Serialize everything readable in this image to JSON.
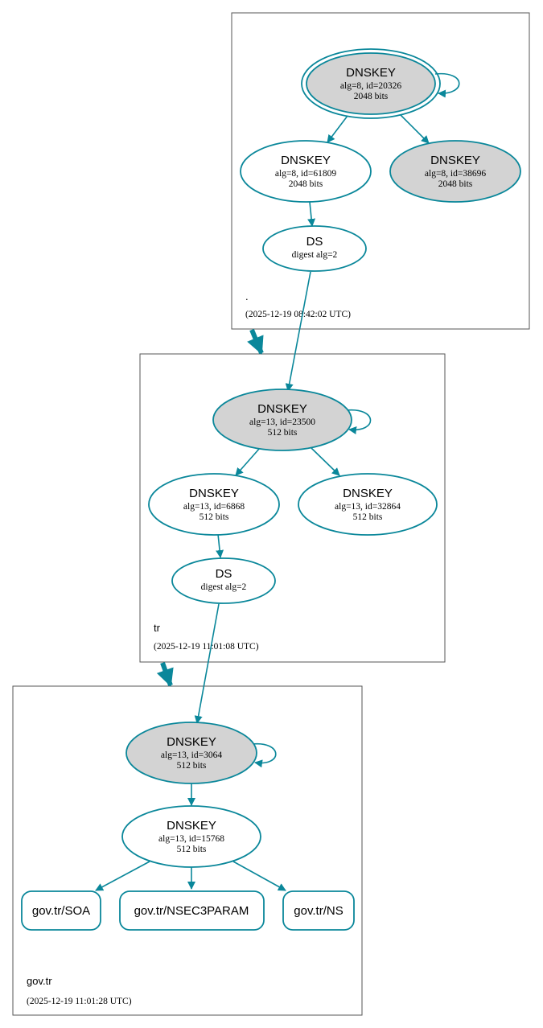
{
  "colors": {
    "edge": "#0a879a",
    "sep_fill": "#d3d3d3",
    "box": "#555555"
  },
  "zones": {
    "root": {
      "name": ".",
      "time": "(2025-12-19 08:42:02 UTC)"
    },
    "tr": {
      "name": "tr",
      "time": "(2025-12-19 11:01:08 UTC)"
    },
    "gov": {
      "name": "gov.tr",
      "time": "(2025-12-19 11:01:28 UTC)"
    }
  },
  "nodes": {
    "root_ksk": {
      "type": "DNSKEY",
      "line1": "alg=8, id=20326",
      "line2": "2048 bits"
    },
    "root_zsk1": {
      "type": "DNSKEY",
      "line1": "alg=8, id=61809",
      "line2": "2048 bits"
    },
    "root_zsk2": {
      "type": "DNSKEY",
      "line1": "alg=8, id=38696",
      "line2": "2048 bits"
    },
    "root_ds": {
      "type": "DS",
      "line1": "digest alg=2"
    },
    "tr_ksk": {
      "type": "DNSKEY",
      "line1": "alg=13, id=23500",
      "line2": "512 bits"
    },
    "tr_zsk1": {
      "type": "DNSKEY",
      "line1": "alg=13, id=6868",
      "line2": "512 bits"
    },
    "tr_zsk2": {
      "type": "DNSKEY",
      "line1": "alg=13, id=32864",
      "line2": "512 bits"
    },
    "tr_ds": {
      "type": "DS",
      "line1": "digest alg=2"
    },
    "gov_ksk": {
      "type": "DNSKEY",
      "line1": "alg=13, id=3064",
      "line2": "512 bits"
    },
    "gov_zsk": {
      "type": "DNSKEY",
      "line1": "alg=13, id=15768",
      "line2": "512 bits"
    }
  },
  "rrsets": {
    "soa": "gov.tr/SOA",
    "nsec3param": "gov.tr/NSEC3PARAM",
    "ns": "gov.tr/NS"
  }
}
